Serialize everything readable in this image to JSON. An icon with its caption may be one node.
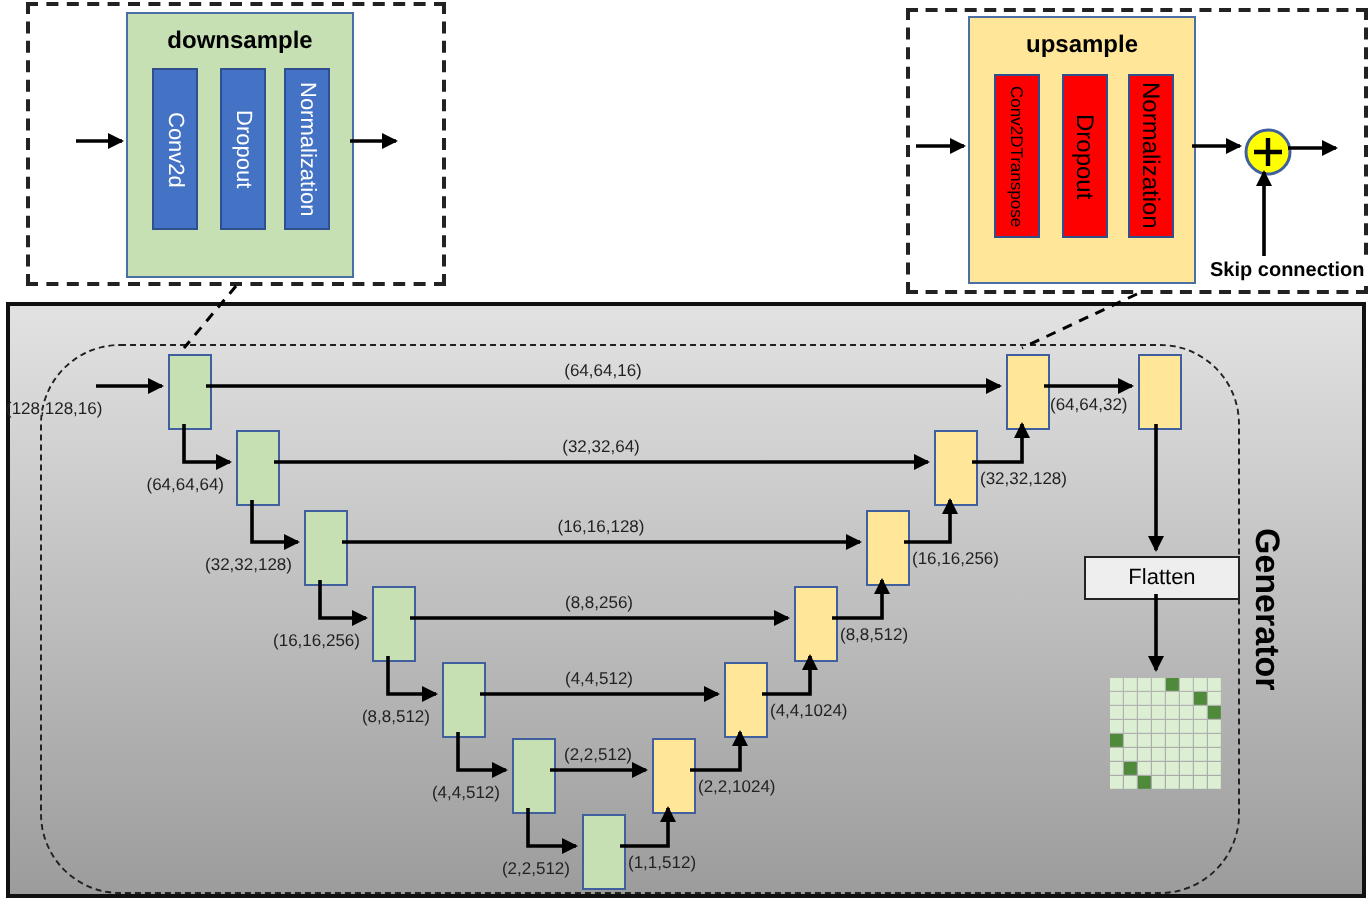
{
  "diagram": {
    "nodes": [
      {
        "text": [],
        "shape": "box"
      },
      {
        "text": [
          "downsample"
        ],
        "in": 0
      },
      {
        "text": [
          "Conv2d"
        ],
        "in": 1
      },
      {
        "text": [
          "Dropout"
        ],
        "in": 1
      },
      {
        "text": [
          "Normalization"
        ],
        "in": 1
      },
      {
        "text": [],
        "shape": "box"
      },
      {
        "text": [
          "upsample"
        ],
        "in": 5
      },
      {
        "text": [
          "Conv2DTranspose"
        ],
        "in": 6
      },
      {
        "text": [
          "Dropout"
        ],
        "in": 6
      },
      {
        "text": [
          "Normalization"
        ],
        "in": 6
      },
      {
        "text": [],
        "shape": "circle",
        "in": 5
      },
      {
        "text": [
          "Skip connection"
        ],
        "in": 5
      },
      {
        "text": [
          "Generator"
        ]
      },
      {
        "text": [],
        "shape": "box",
        "in": 12
      },
      {
        "text": [],
        "shape": "box",
        "in": 13
      },
      {
        "text": [],
        "shape": "box",
        "in": 13
      },
      {
        "text": [],
        "shape": "box",
        "in": 13
      },
      {
        "text": [],
        "shape": "box",
        "in": 13
      },
      {
        "text": [],
        "shape": "box",
        "in": 13
      },
      {
        "text": [],
        "shape": "box",
        "in": 13
      },
      {
        "text": [],
        "shape": "box",
        "in": 13
      },
      {
        "text": [],
        "shape": "box",
        "in": 13
      },
      {
        "text": [],
        "shape": "box",
        "in": 13
      },
      {
        "text": [],
        "shape": "box",
        "in": 13
      },
      {
        "text": [],
        "shape": "box",
        "in": 13
      },
      {
        "text": [],
        "shape": "box",
        "in": 13
      },
      {
        "text": [],
        "shape": "box",
        "in": 13
      },
      {
        "text": [],
        "shape": "box",
        "in": 13
      },
      {
        "text": [
          "Flatten"
        ],
        "in": 13
      },
      {
        "text": [],
        "shape": "picture",
        "in": 13
      }
    ],
    "edges": [
      {
        "from": null,
        "to": 1,
        "arrow": "to"
      },
      {
        "from": 1,
        "to": null,
        "arrow": "to"
      },
      {
        "from": null,
        "to": 6,
        "arrow": "to"
      },
      {
        "from": 6,
        "to": 10,
        "arrow": "to"
      },
      {
        "from": 10,
        "to": null,
        "arrow": "to"
      },
      {
        "from": 11,
        "to": 10,
        "arrow": "to"
      },
      {
        "from": 0,
        "to": 14,
        "arrow": "none",
        "style": "dashed"
      },
      {
        "from": 5,
        "to": 26,
        "arrow": "none",
        "style": "dashed"
      },
      {
        "from": null,
        "to": 14,
        "arrow": "to",
        "label": "(128,128,16)"
      },
      {
        "from": 14,
        "to": 15,
        "arrow": "to",
        "label": "(64,64,64)"
      },
      {
        "from": 15,
        "to": 16,
        "arrow": "to",
        "label": "(32,32,128)"
      },
      {
        "from": 16,
        "to": 17,
        "arrow": "to",
        "label": "(16,16,256)"
      },
      {
        "from": 17,
        "to": 18,
        "arrow": "to",
        "label": "(8,8,512)"
      },
      {
        "from": 18,
        "to": 19,
        "arrow": "to",
        "label": "(4,4,512)"
      },
      {
        "from": 19,
        "to": 20,
        "arrow": "to",
        "label": "(2,2,512)"
      },
      {
        "from": 14,
        "to": 26,
        "arrow": "to",
        "label": "(64,64,16)"
      },
      {
        "from": 15,
        "to": 25,
        "arrow": "to",
        "label": "(32,32,64)"
      },
      {
        "from": 16,
        "to": 24,
        "arrow": "to",
        "label": "(16,16,128)"
      },
      {
        "from": 17,
        "to": 23,
        "arrow": "to",
        "label": "(8,8,256)"
      },
      {
        "from": 18,
        "to": 22,
        "arrow": "to",
        "label": "(4,4,512)"
      },
      {
        "from": 19,
        "to": 21,
        "arrow": "to",
        "label": "(2,2,512)"
      },
      {
        "from": 20,
        "to": 21,
        "arrow": "to",
        "label": "(1,1,512)"
      },
      {
        "from": 21,
        "to": 22,
        "arrow": "to",
        "label": "(2,2,1024)"
      },
      {
        "from": 22,
        "to": 23,
        "arrow": "to",
        "label": "(4,4,1024)"
      },
      {
        "from": 23,
        "to": 24,
        "arrow": "to",
        "label": "(8,8,512)"
      },
      {
        "from": 24,
        "to": 25,
        "arrow": "to",
        "label": "(16,16,256)"
      },
      {
        "from": 25,
        "to": 26,
        "arrow": "to",
        "label": "(32,32,128)"
      },
      {
        "from": 26,
        "to": 27,
        "arrow": "to",
        "label": "(64,64,32)"
      },
      {
        "from": 27,
        "to": 28,
        "arrow": "to"
      },
      {
        "from": 28,
        "to": 29,
        "arrow": "to"
      }
    ]
  }
}
